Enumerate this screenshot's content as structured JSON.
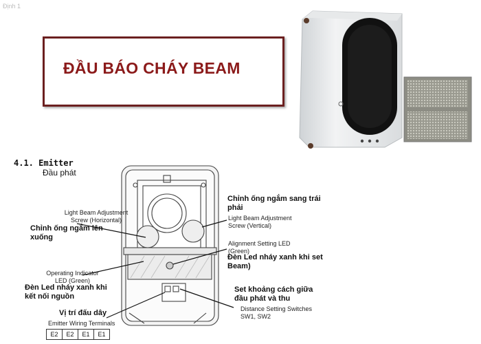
{
  "corner_text": "Định 1",
  "title": "ĐẦU BÁO CHÁY BEAM",
  "section": {
    "number": "4.1. Emitter",
    "name_vi": "Đầu phát"
  },
  "callouts": {
    "horizontal": {
      "en_1": "Light Beam Adjustment",
      "en_2": "Screw (Horizontal)",
      "vi_1": "Chỉnh ống ngắm lên",
      "vi_2": "xuống"
    },
    "vertical": {
      "vi_1": "Chỉnh ống ngắm sang trái",
      "vi_2": "phải",
      "en_1": "Light Beam Adjustment",
      "en_2": "Screw (Vertical)"
    },
    "alignment": {
      "en_1": "Alignment Setting LED",
      "en_2": "(Green)",
      "vi_1": "Đèn Led nháy xanh khi set",
      "vi_2": "Beam)"
    },
    "operating": {
      "en_1": "Operating Indicator",
      "en_2": "LED (Green)",
      "vi_1": "Đèn Led nháy xanh  khi",
      "vi_2": "kết nối nguồn"
    },
    "distance": {
      "vi_1": "Set khoảng cách giữa",
      "vi_2": "đầu phát và thu",
      "en_1": "Distance Setting Switches",
      "en_2": "SW1, SW2"
    },
    "wiring": {
      "vi": "Vị trí đấu dây",
      "en": "Emitter Wiring Terminals"
    }
  },
  "terminals": [
    "E2",
    "E2",
    "E1",
    "E1"
  ]
}
